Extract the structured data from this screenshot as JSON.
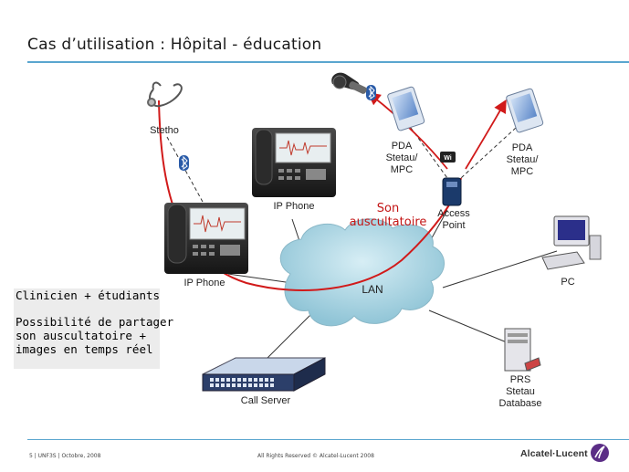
{
  "slide": {
    "title": "Cas d’utilisation : Hôpital - éducation"
  },
  "nodes": {
    "stetho": "Stetho",
    "ip_phone_top": "IP Phone",
    "ip_phone_bottom": "IP Phone",
    "pda_left": [
      "PDA",
      "Stetau/",
      "MPC"
    ],
    "pda_right": [
      "PDA",
      "Stetau/",
      "MPC"
    ],
    "access_point": [
      "Access",
      "Point"
    ],
    "lan": "LAN",
    "pc": "PC",
    "prs": [
      "PRS",
      "Stetau",
      "Database"
    ],
    "call_server": "Call Server"
  },
  "flow_label": [
    "Son",
    "auscultatoire"
  ],
  "side_note": {
    "line1": "Clinicien + étudiants",
    "line2": "Possibilité de partager",
    "line3": "son auscultatoire +",
    "line4": "images en temps réel"
  },
  "footer": {
    "left": "5 | UNF3S | Octobre, 2008",
    "center": "All Rights Reserved © Alcatel-Lucent 2008",
    "brand": "Alcatel·Lucent"
  },
  "colors": {
    "accent_rule": "#5aa6cf",
    "signal_line": "#d11a1a",
    "cloud": "#a9d3e0",
    "brand_logo": "#5b2d86"
  },
  "icons": [
    "stethoscope-icon",
    "bluetooth-icon",
    "ip-phone-icon",
    "headset-icon",
    "pda-icon",
    "wifi-icon",
    "access-point-icon",
    "pc-icon",
    "server-tower-icon",
    "call-server-icon",
    "alcatel-lucent-logo-icon"
  ]
}
